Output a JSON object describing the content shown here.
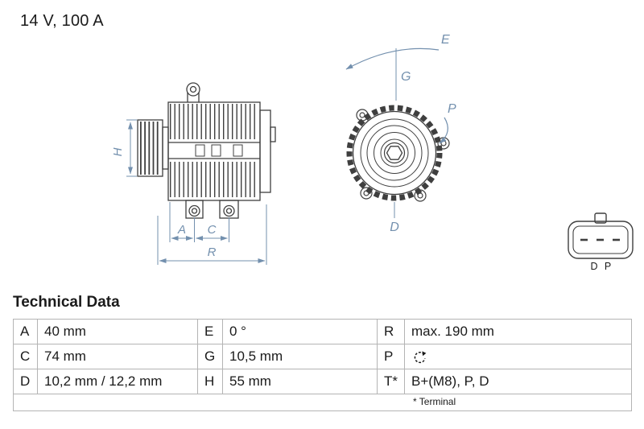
{
  "header": {
    "rating": "14 V, 100 A"
  },
  "diagram": {
    "side_view": {
      "labels": {
        "h": "H",
        "a": "A",
        "c": "C",
        "r": "R"
      }
    },
    "front_view": {
      "labels": {
        "e": "E",
        "g": "G",
        "p": "P",
        "d": "D"
      }
    },
    "connector": {
      "pin_left": "D",
      "pin_right": "P"
    }
  },
  "technical_data": {
    "title": "Technical Data",
    "rows": [
      [
        {
          "label": "A",
          "value": "40 mm"
        },
        {
          "label": "E",
          "value": "0 °"
        },
        {
          "label": "R",
          "value": "max. 190 mm"
        }
      ],
      [
        {
          "label": "C",
          "value": "74 mm"
        },
        {
          "label": "G",
          "value": "10,5 mm"
        },
        {
          "label": "P",
          "value": "",
          "value_icon": "rotation-clockwise-icon"
        }
      ],
      [
        {
          "label": "D",
          "value": "10,2 mm / 12,2 mm"
        },
        {
          "label": "H",
          "value": "55 mm"
        },
        {
          "label": "T*",
          "value": "B+(M8), P, D"
        }
      ]
    ],
    "footnote": "* Terminal"
  },
  "colors": {
    "dimension_blue": "#7390ae",
    "drawing_gray": "#3f3f3f",
    "table_border": "#b4b4b4"
  }
}
